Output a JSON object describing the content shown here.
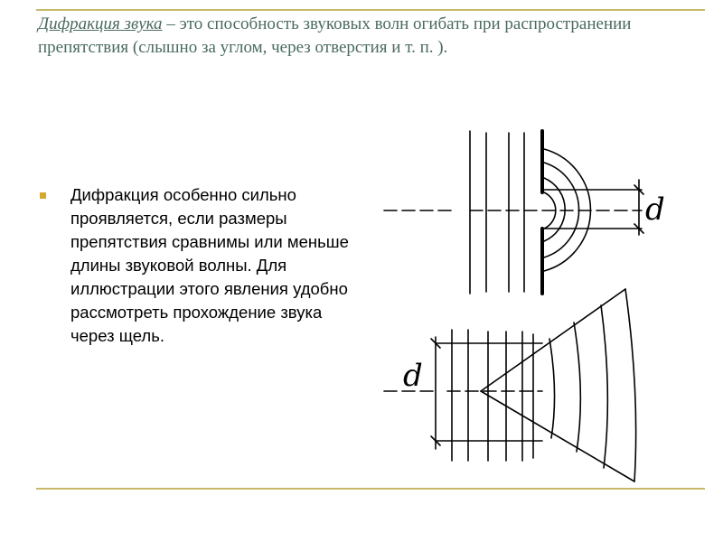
{
  "heading": {
    "term": "Дифракция звука",
    "definition": " – это способность звуковых волн огибать при распространении препятствия (слышно за углом, через отверстия и т. п. )."
  },
  "bullet": {
    "text": "Дифракция особенно сильно проявляется, если размеры препятствия сравнимы или меньше длины звуковой волны. Для иллюстрации этого явления удобно рассмотреть прохождение звука через щель."
  },
  "figure": {
    "top_label": "d",
    "bottom_label": "d"
  },
  "colors": {
    "title": "#4a6b5e",
    "rule": "#c8b96a",
    "bullet": "#d6a830"
  }
}
